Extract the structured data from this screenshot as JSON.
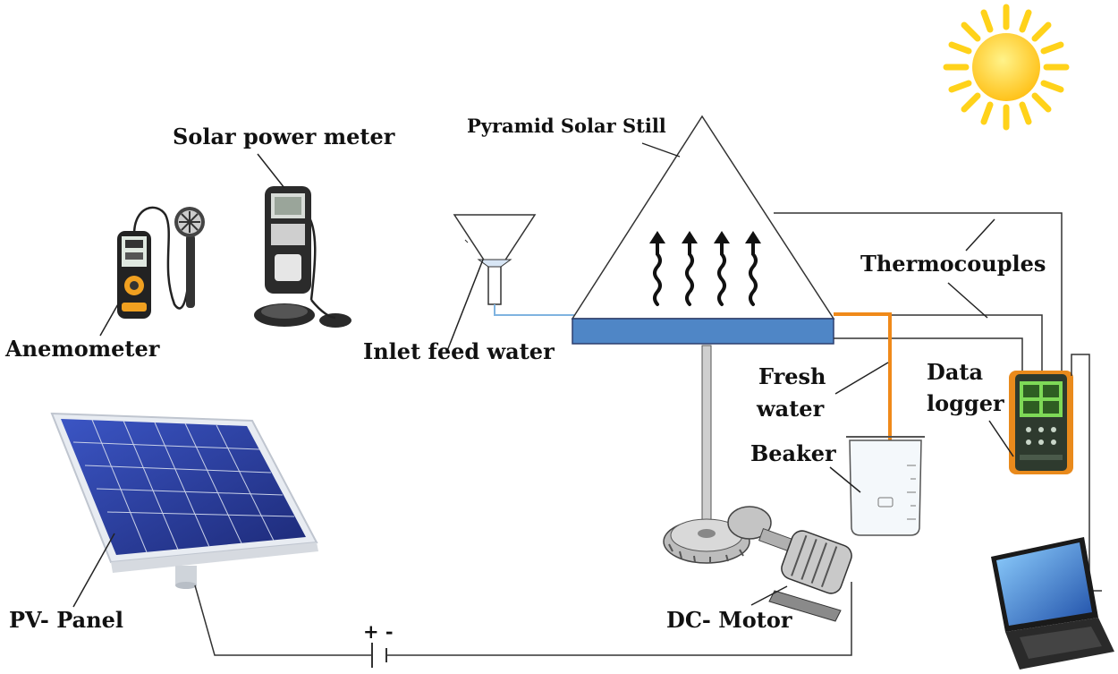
{
  "labels": {
    "solar_power_meter": "Solar power meter",
    "pyramid_solar_still": "Pyramid Solar Still",
    "thermocouples": "Thermocouples",
    "anemometer": "Anemometer",
    "inlet_feed_water": "Inlet feed water",
    "fresh_water_line1": "Fresh",
    "fresh_water_line2": "water",
    "data_logger_line1": "Data",
    "data_logger_line2": "logger",
    "beaker": "Beaker",
    "pv_panel": "PV- Panel",
    "dc_motor": "DC- Motor",
    "battery_polarity": "+ -"
  },
  "colors": {
    "sun": "#ffd21a",
    "basin_water": "#4f86c6",
    "fresh_water_flow": "#f08a1a",
    "inlet_pipe": "#7fb3e0",
    "panel_cells": "#2d3f9e",
    "logger_body": "#e98a1c",
    "logger_screen": "#7ed957"
  },
  "icons": [
    "sun-icon",
    "anemometer-icon",
    "solar-power-meter-icon",
    "funnel-icon",
    "pyramid-still-icon",
    "data-logger-icon",
    "beaker-icon",
    "pv-panel-icon",
    "dc-motor-icon",
    "laptop-icon",
    "battery-icon"
  ]
}
